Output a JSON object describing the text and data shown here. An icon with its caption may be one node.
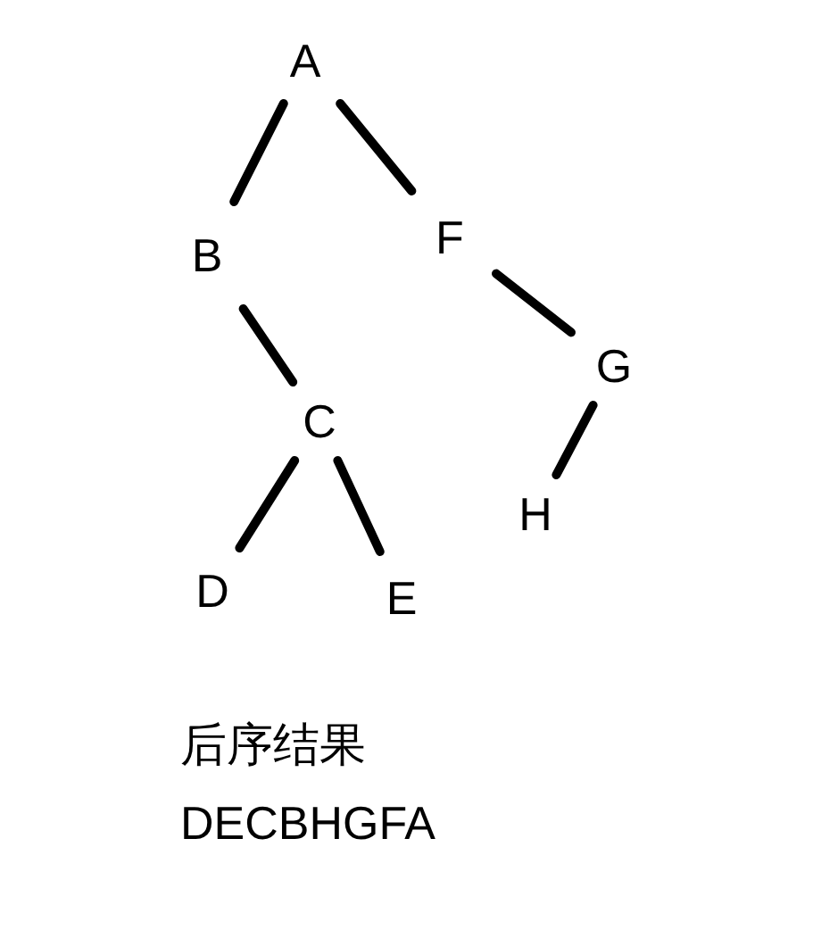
{
  "diagram": {
    "nodes": [
      {
        "text": [
          "A"
        ]
      },
      {
        "text": [
          "B"
        ]
      },
      {
        "text": [
          "F"
        ]
      },
      {
        "text": [
          "C"
        ]
      },
      {
        "text": [
          "G"
        ]
      },
      {
        "text": [
          "D"
        ]
      },
      {
        "text": [
          "E"
        ]
      },
      {
        "text": [
          "H"
        ]
      }
    ],
    "edges": [
      {
        "from": 0,
        "to": 1,
        "arrow": "none"
      },
      {
        "from": 0,
        "to": 2,
        "arrow": "none"
      },
      {
        "from": 1,
        "to": 3,
        "arrow": "none"
      },
      {
        "from": 2,
        "to": 4,
        "arrow": "none"
      },
      {
        "from": 3,
        "to": 5,
        "arrow": "none"
      },
      {
        "from": 3,
        "to": 6,
        "arrow": "none"
      },
      {
        "from": 4,
        "to": 7,
        "arrow": "none"
      }
    ],
    "labels": [
      "后序结果",
      "DECBHGFA"
    ]
  }
}
